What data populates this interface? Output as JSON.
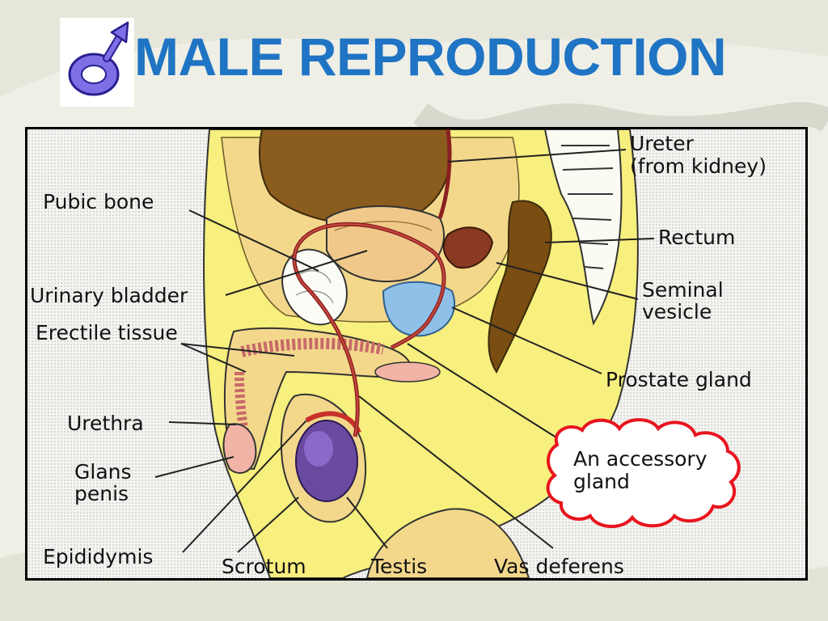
{
  "slide": {
    "title": "MALE REPRODUCTION",
    "symbol_icon": "male-symbol-icon",
    "colors": {
      "title": "#1f74c4",
      "callout_border": "#e8141e",
      "symbol": "#6a5ad8"
    }
  },
  "diagram": {
    "labels": {
      "ureter_line1": "Ureter",
      "ureter_line2": "(from kidney)",
      "pubic_bone": "Pubic bone",
      "rectum": "Rectum",
      "urinary_bladder": "Urinary bladder",
      "seminal_line1": "Seminal",
      "seminal_line2": "vesicle",
      "erectile_tissue": "Erectile tissue",
      "prostate_gland": "Prostate gland",
      "urethra": "Urethra",
      "glans_line1": "Glans",
      "glans_line2": "penis",
      "epididymis": "Epididymis",
      "scrotum": "Scrotum",
      "testis": "Testis",
      "vas_deferens": "Vas deferens"
    },
    "callout": {
      "line1": "An accessory",
      "line2": "gland"
    }
  }
}
